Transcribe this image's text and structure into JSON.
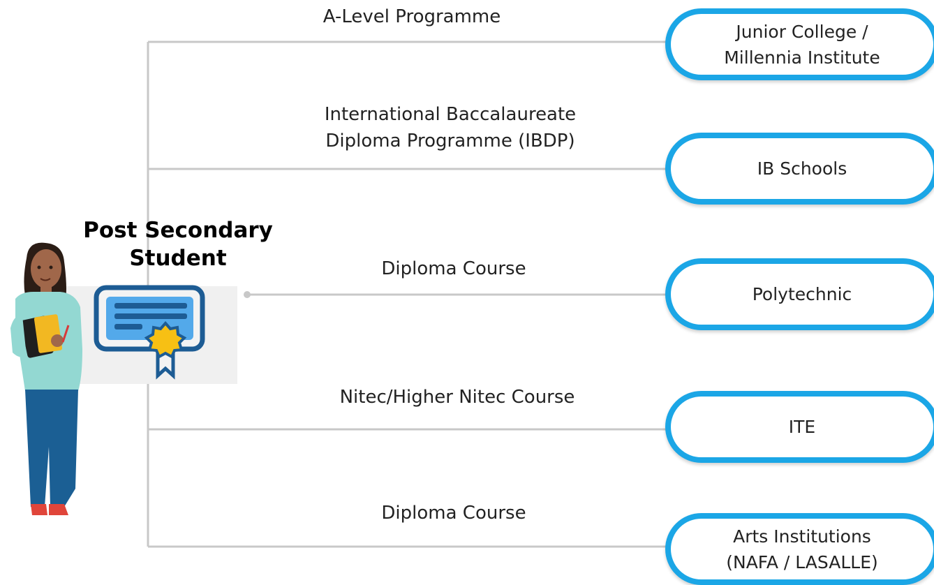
{
  "student": {
    "title": "Post Secondary\nStudent"
  },
  "paths": [
    {
      "label": "A-Level Programme",
      "destination": "Junior College /\nMillennia Institute"
    },
    {
      "label": "International Baccalaureate\nDiploma Programme (IBDP)",
      "destination": "IB Schools"
    },
    {
      "label": "Diploma Course",
      "destination": "Polytechnic"
    },
    {
      "label": "Nitec/Higher Nitec Course",
      "destination": "ITE"
    },
    {
      "label": "Diploma Course",
      "destination": "Arts Institutions\n(NAFA / LASALLE)"
    }
  ],
  "colors": {
    "accent": "#1ba6e6",
    "line": "#c8c8c8",
    "text": "#222222"
  }
}
